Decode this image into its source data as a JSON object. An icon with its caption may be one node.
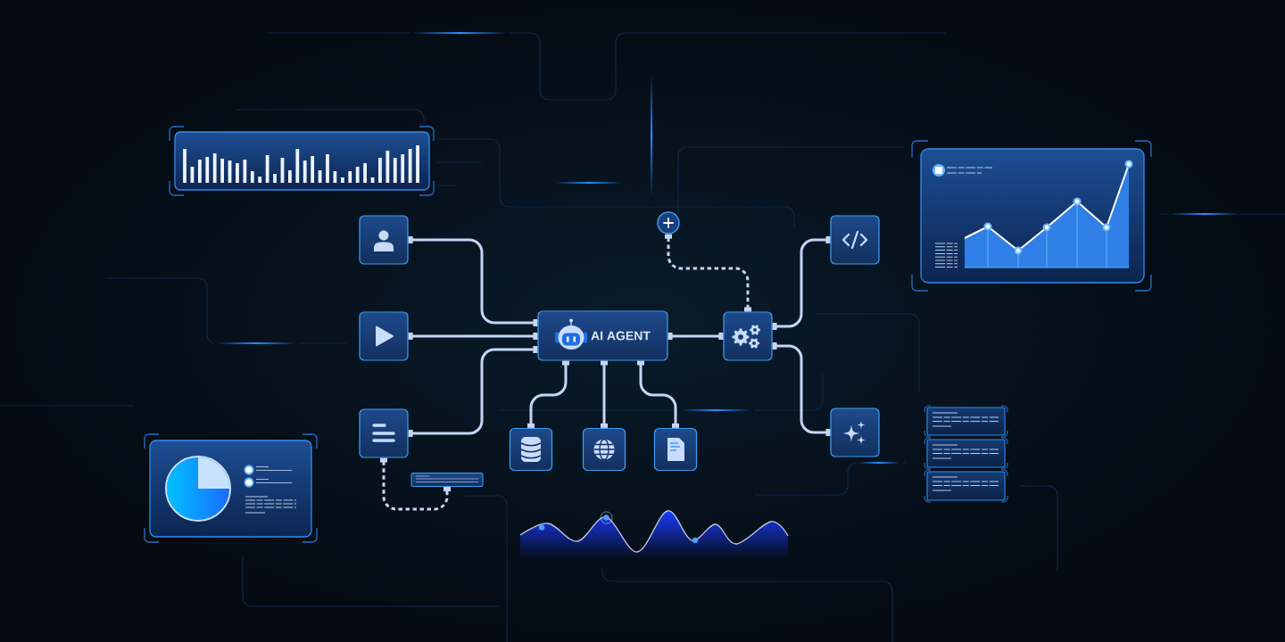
{
  "diagram": {
    "nodes": [
      {
        "text": [],
        "shape": "box"
      },
      {
        "text": [],
        "shape": "circle"
      },
      {
        "text": [],
        "shape": "box"
      },
      {
        "text": [],
        "shape": "box"
      },
      {
        "text": [
          "AI AGENT"
        ]
      },
      {
        "text": [],
        "shape": "box"
      },
      {
        "text": [],
        "shape": "box"
      },
      {
        "text": [],
        "shape": "box"
      },
      {
        "text": [],
        "shape": "box"
      },
      {
        "text": [],
        "shape": "box"
      },
      {
        "text": [],
        "shape": "box"
      },
      {
        "text": [],
        "shape": "bar"
      }
    ],
    "edges": [
      {
        "from": 0,
        "to": 4,
        "arrow": "other"
      },
      {
        "from": 3,
        "to": 4,
        "arrow": "other"
      },
      {
        "from": 6,
        "to": 4,
        "arrow": "other"
      },
      {
        "from": 4,
        "to": 5,
        "arrow": "other"
      },
      {
        "from": 4,
        "to": 8,
        "arrow": "other"
      },
      {
        "from": 4,
        "to": 9,
        "arrow": "other"
      },
      {
        "from": 4,
        "to": 10,
        "arrow": "other"
      },
      {
        "from": 1,
        "to": 5,
        "arrow": "other",
        "style": "dashed"
      },
      {
        "from": 5,
        "to": 2,
        "arrow": "other"
      },
      {
        "from": 5,
        "to": 7,
        "arrow": "other"
      },
      {
        "from": 6,
        "to": 11,
        "arrow": "other",
        "style": "dashed"
      }
    ]
  }
}
